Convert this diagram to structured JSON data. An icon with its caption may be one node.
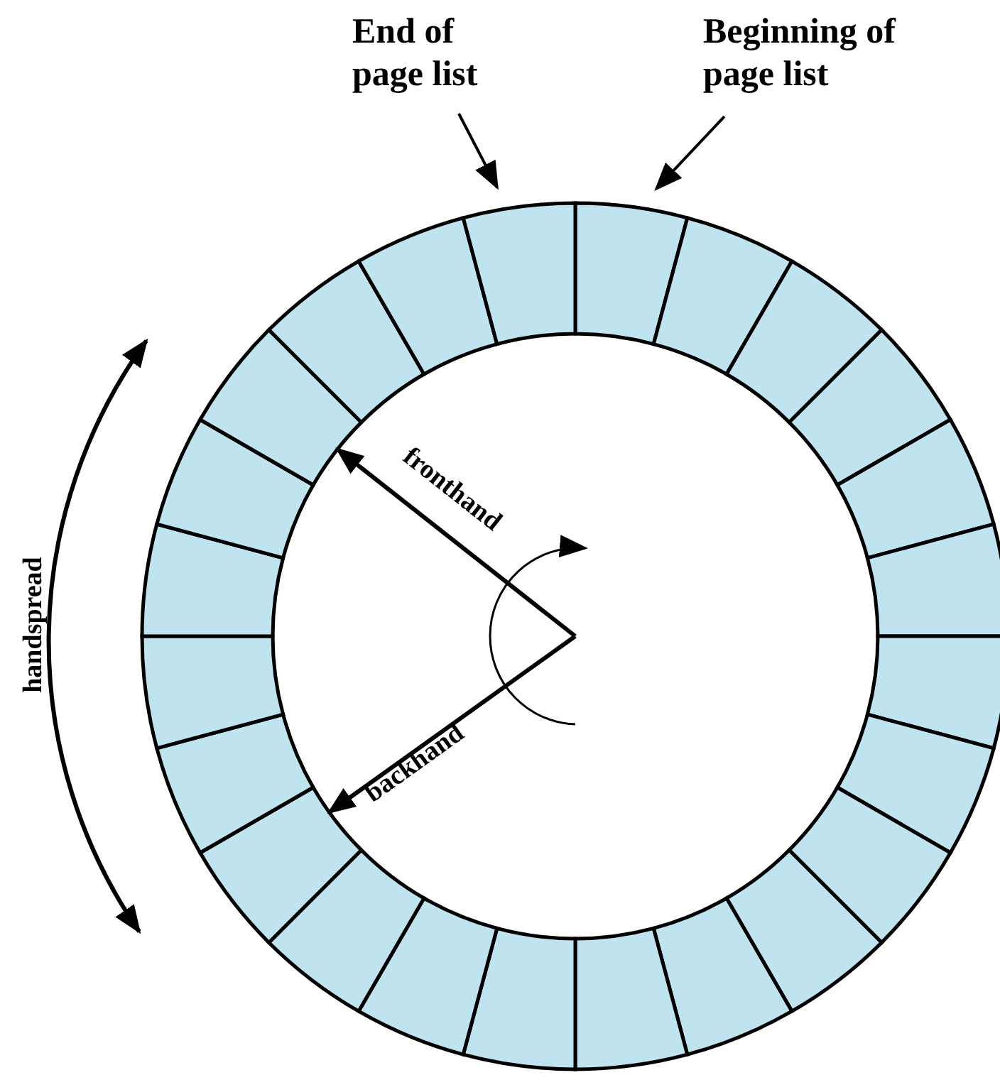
{
  "diagram": {
    "nodes": [
      {
        "text": [
          "End of page list"
        ]
      },
      {
        "text": [
          "Beginning of page list"
        ]
      }
    ],
    "edges": [
      {
        "from": 0,
        "to": null,
        "arrow": "to"
      },
      {
        "from": 1,
        "to": null,
        "arrow": "to"
      }
    ],
    "labels": [
      "fronthand",
      "backhand",
      "handspread"
    ]
  }
}
